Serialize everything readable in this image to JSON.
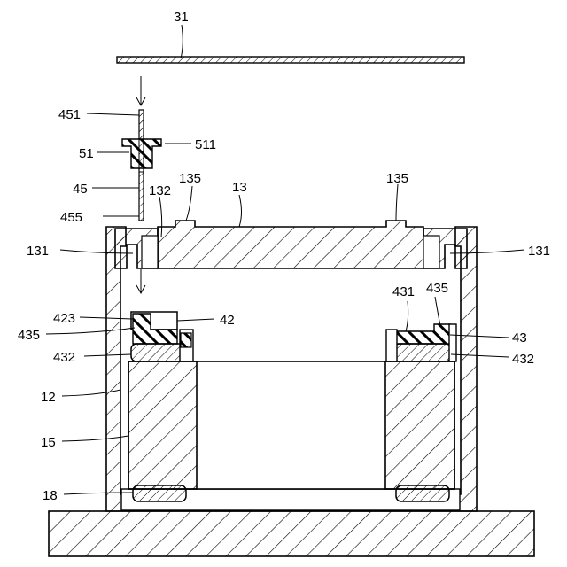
{
  "labels": {
    "l31": "31",
    "l451": "451",
    "l51": "51",
    "l511": "511",
    "l45": "45",
    "l455": "455",
    "l132": "132",
    "l135a": "135",
    "l13": "13",
    "l135b": "135",
    "l131a": "131",
    "l131b": "131",
    "l431": "431",
    "l435a": "435",
    "l423": "423",
    "l42": "42",
    "l435b": "435",
    "l43": "43",
    "l432a": "432",
    "l432b": "432",
    "l12": "12",
    "l15": "15",
    "l18": "18"
  }
}
